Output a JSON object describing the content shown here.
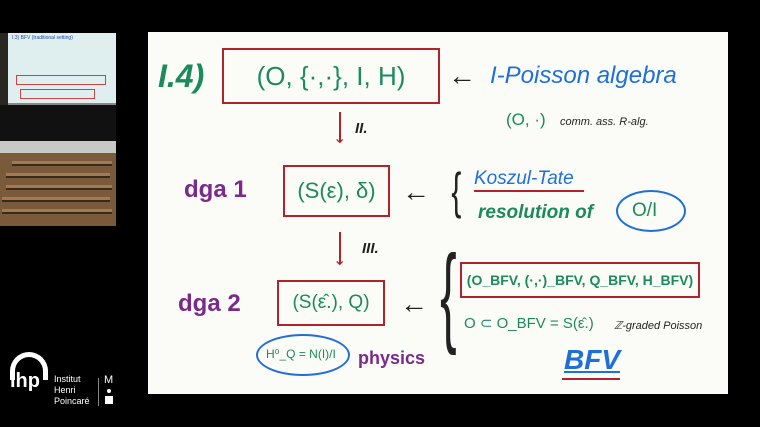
{
  "video_thumbnail": {
    "slide_title": "I.3) BFV (traditional setting)"
  },
  "slide": {
    "label_I4": "I.4)",
    "tuple1": "(O, {·,·}, I, H)",
    "arrow_left": "←",
    "poisson_title": "I-Poisson algebra",
    "comm_note_tuple": "(O, ·)",
    "comm_note": "comm. ass. R-alg.",
    "step2": "II.",
    "dga1": "dga 1",
    "tuple2": "(S(ε), δ)",
    "koszul": "Koszul-Tate",
    "resolution": "resolution of",
    "quotient": "O/I",
    "step3": "III.",
    "dga2": "dga 2",
    "tuple3": "(S(ε̂.), Q)",
    "bfv_tuple": "(O_BFV, (·,·)_BFV, Q_BFV, H_BFV)",
    "inclusion": "O ⊂ O_BFV = S(ε̂.)",
    "graded": "ℤ-graded Poisson",
    "bfv": "BFV",
    "cohomology": "H⁰_Q = N(I)/I",
    "physics": "physics"
  },
  "logo": {
    "ihp": "ihp",
    "line1": "Institut",
    "line2": "Henri",
    "line3": "Poincaré",
    "mark": "M"
  },
  "colors": {
    "green": "#1b8a5c",
    "blue": "#1f6fd8",
    "purple": "#7a2a8a",
    "red": "#b2222a"
  }
}
